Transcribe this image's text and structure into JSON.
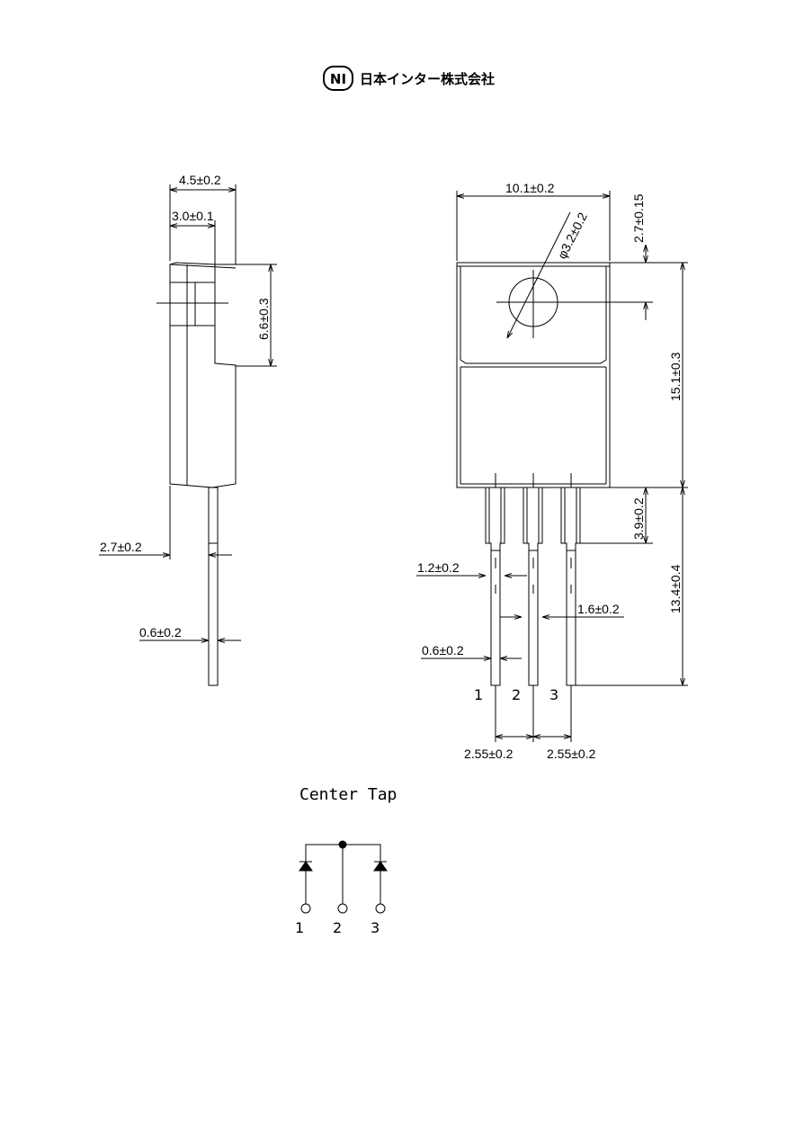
{
  "header": {
    "logo_mark": "NI",
    "company_name": "日本インター株式会社"
  },
  "side_view": {
    "dim_total_thickness": "4.5±0.2",
    "dim_body_thickness": "3.0±0.1",
    "dim_tab_height": "6.6±0.3",
    "dim_lead_offset": "2.7±0.2",
    "dim_lead_thickness": "0.6±0.2"
  },
  "front_view": {
    "dim_width": "10.1±0.2",
    "dim_hole_diameter": "φ3.2±0.2",
    "dim_hole_offset": "2.7±0.15",
    "dim_body_height": "15.1±0.3",
    "dim_shoulder_height": "3.9±0.2",
    "dim_lead_length": "13.4±0.4",
    "dim_lead_width_upper": "1.2±0.2",
    "dim_lead_width_shoulder": "1.6±0.2",
    "dim_lead_width": "0.6±0.2",
    "dim_pitch_left": "2.55±0.2",
    "dim_pitch_right": "2.55±0.2",
    "pin_labels": [
      "1",
      "2",
      "3"
    ]
  },
  "schematic": {
    "title": "Center Tap",
    "pin_labels": [
      "1",
      "2",
      "3"
    ]
  }
}
